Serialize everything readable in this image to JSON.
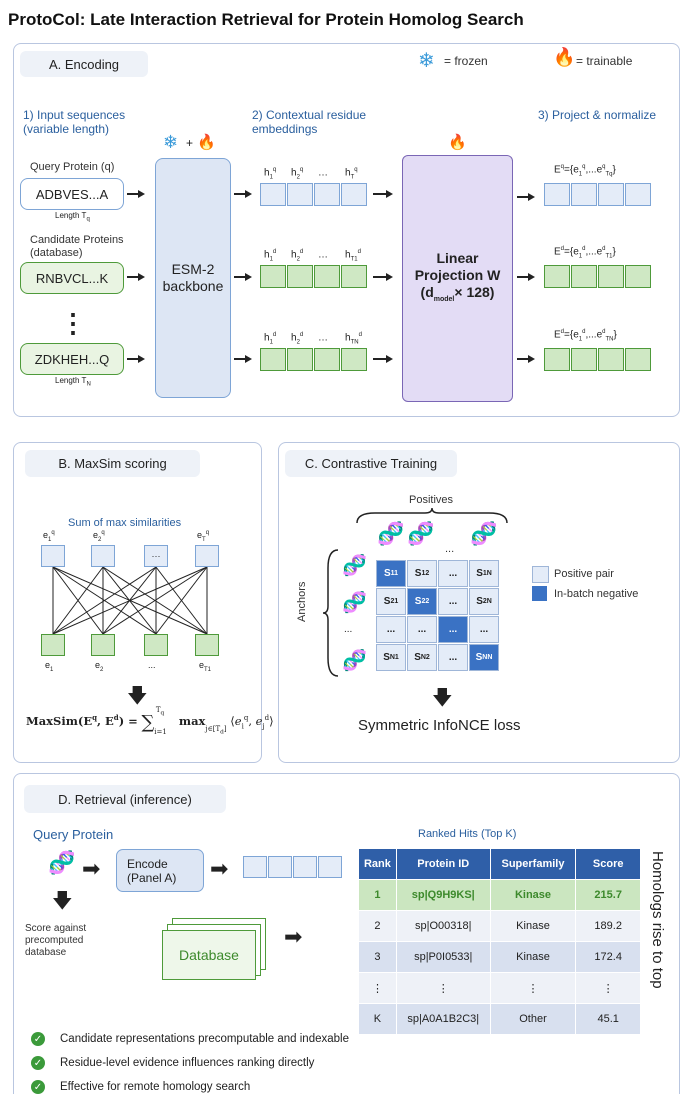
{
  "title": "ProtoCol: Late Interaction Retrieval for Protein Homolog Search",
  "panelA": {
    "label": "A. Encoding",
    "legend_frozen": "= frozen",
    "legend_trainable": "= trainable",
    "step1": "1) Input sequences\n(variable length)",
    "step2": "2) Contextual residue\nembeddings",
    "step3": "3) Project & normalize",
    "query_label": "Query Protein (q)",
    "query_seq": "ADBVES...A",
    "query_len": "Length T",
    "query_len_sub": "q",
    "cand_label": "Candidate Proteins\n(database)",
    "cand1_seq": "RNBVCL...K",
    "cand2_seq": "ZDKHEH...Q",
    "cand2_len": "Length T",
    "cand2_len_sub": "N",
    "backbone": "ESM-2\nbackbone",
    "plus": "+",
    "projection_line1": "Linear",
    "projection_line2": "Projection W",
    "projection_line3": "× 128)",
    "projection_d": "(d",
    "projection_sub": "model",
    "vdots": "⋮"
  },
  "panelB": {
    "label": "B. MaxSim scoring",
    "sum_label": "Sum of max similarities",
    "dots": "···",
    "ellipsis": "...",
    "e1": "e",
    "eT1": "e",
    "formula_lhs": "MaxSim(E",
    "formula": "MaxSim(Eq, Ed) = Σ max ⟨ei q, ej d⟩"
  },
  "panelC": {
    "label": "C. Contrastive Training",
    "positives": "Positives",
    "anchors": "Anchors",
    "legend_pos": "Positive pair",
    "legend_neg": "In-batch negative",
    "loss": "Symmetric InfoNCE loss",
    "matrix": [
      [
        "S11",
        "S12",
        "...",
        "S1N"
      ],
      [
        "S21",
        "S22",
        "...",
        "S2N"
      ],
      [
        "...",
        "...",
        "...",
        "..."
      ],
      [
        "SN1",
        "SN2",
        "...",
        "SNN"
      ]
    ],
    "dots": "..."
  },
  "panelD": {
    "label": "D. Retrieval (inference)",
    "query": "Query Protein",
    "encode": "Encode\n(Panel A)",
    "score": "Score against\nprecomputed\ndatabase",
    "database": "Database",
    "ranked": "Ranked Hits (Top K)",
    "side": "Homologs rise to top",
    "headers": [
      "Rank",
      "Protein ID",
      "Superfamily",
      "Score"
    ],
    "rows": [
      [
        "1",
        "sp|Q9H9KS|",
        "Kinase",
        "215.7"
      ],
      [
        "2",
        "sp|O00318|",
        "Kinase",
        "189.2"
      ],
      [
        "3",
        "sp|P0I0533|",
        "Kinase",
        "172.4"
      ],
      [
        "⋮",
        "⋮",
        "⋮",
        "⋮"
      ],
      [
        "K",
        "sp|A0A1B2C3|",
        "Other",
        "45.1"
      ]
    ],
    "bullets": [
      "Candidate representations precomputable and indexable",
      "Residue-level evidence influences ranking directly",
      "Effective for remote homology search"
    ]
  },
  "colors": {
    "blue": "#2f5fa8",
    "green": "#4e9a3a",
    "purple": "#e3dcf5"
  }
}
